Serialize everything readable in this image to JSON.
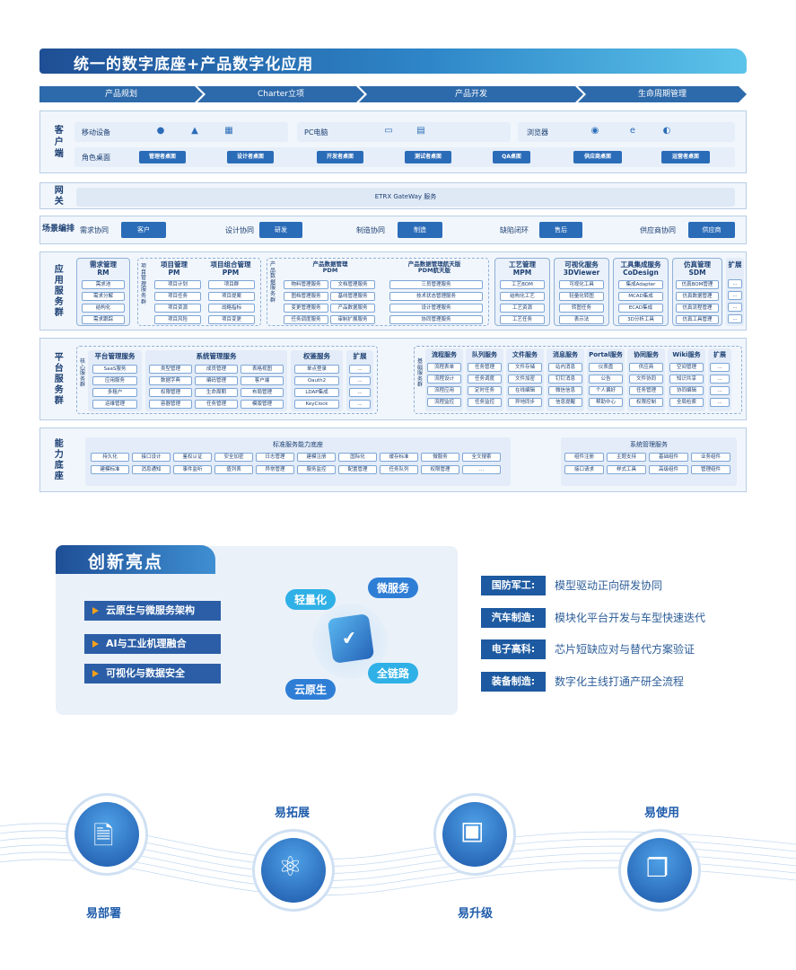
{
  "title": "统一的数字底座+产品数字化应用",
  "phases": [
    "产品规划",
    "Charter立项",
    "产品开发",
    "生命周期管理"
  ],
  "client": {
    "label": "客户端",
    "mobile": "移动设备",
    "pc": "PC电脑",
    "browser": "浏览器",
    "role_label": "角色桌面",
    "roles": [
      "管理者桌面",
      "设计者桌面",
      "开发者桌面",
      "测试者桌面",
      "QA桌面",
      "供应商桌面",
      "运营者桌面"
    ]
  },
  "gateway": {
    "label": "网关",
    "text": "ETRX GateWay 服务"
  },
  "scene": {
    "label": "场景编排",
    "items": [
      {
        "name": "需求协同",
        "btn": "客户"
      },
      {
        "name": "设计协同",
        "btn": "研发"
      },
      {
        "name": "制造协同",
        "btn": "制造"
      },
      {
        "name": "缺陷闭环",
        "btn": "售后"
      },
      {
        "name": "供应商协同",
        "btn": "供应商"
      }
    ]
  },
  "app": {
    "label": "应用服务群",
    "rm": {
      "title": "需求管理",
      "sub": "RM",
      "cells": [
        "需求池",
        "需求分解",
        "结构化",
        "需求跟踪"
      ]
    },
    "side1": "项目管理服务群",
    "pm": {
      "title": "项目管理",
      "sub": "PM",
      "cells": [
        "项目计划",
        "项目任务",
        "项目资源",
        "项目风险"
      ]
    },
    "ppm": {
      "title": "项目组合管理",
      "sub": "PPM",
      "cells": [
        "项目群",
        "项目提案",
        "战略指标",
        "项目变更"
      ]
    },
    "side2": "产品数据服务群",
    "pdm": {
      "title": "产品数据管理",
      "sub": "PDM",
      "cells": [
        "物料管理服务",
        "文档管理服务",
        "图档管理服务",
        "基线管理服务",
        "变更管理服务",
        "产品数据服务",
        "任务调度服务",
        "审制扩展服务"
      ]
    },
    "pdmh": {
      "title": "产品数据管理航天版",
      "sub": "PDM航天版",
      "cells": [
        "三员管理服务",
        "技术状态管理服务",
        "设计管理服务",
        "协同管理服务"
      ]
    },
    "mpm": {
      "title": "工艺管理",
      "sub": "MPM",
      "cells": [
        "工艺BOM",
        "结构化工艺",
        "工艺资源",
        "工艺任务"
      ]
    },
    "viewer": {
      "title": "可视化服务",
      "sub": "3DViewer",
      "cells": [
        "可视化工具",
        "轻量化转图",
        "转图任务",
        "表示法"
      ]
    },
    "codesign": {
      "title": "工具集成服务",
      "sub": "CoDesign",
      "cells": [
        "集成Adapter",
        "MCAD集成",
        "ECAD集成",
        "3D分析工具"
      ]
    },
    "sdm": {
      "title": "仿真管理",
      "sub": "SDM",
      "cells": [
        "仿真BOM管理",
        "仿真数据管理",
        "仿真流程管理",
        "仿真工具管理"
      ]
    },
    "ext": {
      "title": "扩展",
      "cells": [
        "...",
        "...",
        "...",
        "..."
      ]
    }
  },
  "platform": {
    "label": "平台服务群",
    "side_core": "核心服务群",
    "side_base": "基础服务群",
    "pms": {
      "title": "平台管理服务",
      "cells": [
        "SaaS服务",
        "应用服务",
        "多租户",
        "运维管理"
      ]
    },
    "sys": {
      "title": "系统管理服务",
      "cells": [
        "类型管理",
        "成员管理",
        "表格视图",
        "数据字典",
        "编码管理",
        "客户端",
        "权限管理",
        "生命周期",
        "布局管理",
        "容器管理",
        "任务管理",
        "模版管理"
      ]
    },
    "auth": {
      "title": "权鉴服务",
      "cells": [
        "单点登录",
        "Oauth2",
        "LDAP集成",
        "KeyClock"
      ]
    },
    "ext1": {
      "title": "扩展",
      "cells": [
        "...",
        "...",
        "...",
        "..."
      ]
    },
    "flow": {
      "title": "流程服务",
      "cells": [
        "流程表单",
        "流程设计",
        "流程应用",
        "流程监控"
      ]
    },
    "queue": {
      "title": "队列服务",
      "cells": [
        "任务管理",
        "任务调度",
        "定时任务",
        "任务监控"
      ]
    },
    "file": {
      "title": "文件服务",
      "cells": [
        "文件存储",
        "文件加密",
        "在线编辑",
        "异地同步"
      ]
    },
    "msg": {
      "title": "消息服务",
      "cells": [
        "站内消息",
        "钉钉消息",
        "微信信息",
        "信息提醒"
      ]
    },
    "portal": {
      "title": "Portal服务",
      "cells": [
        "仪表盘",
        "公告",
        "个人偏好",
        "帮助中心"
      ]
    },
    "collab": {
      "title": "协同服务",
      "cells": [
        "供应商",
        "文件协同",
        "任务管理",
        "权限控制"
      ]
    },
    "wiki": {
      "title": "Wiki服务",
      "cells": [
        "空间管理",
        "知识共享",
        "协同编辑",
        "全局检索"
      ]
    },
    "ext2": {
      "title": "扩展",
      "cells": [
        "...",
        "...",
        "...",
        "..."
      ]
    }
  },
  "ability": {
    "label": "能力底座",
    "std": {
      "title": "标准服务能力底座",
      "row1": [
        "持久化",
        "接口设计",
        "鉴权认证",
        "安全加密",
        "日志管理",
        "建模注册",
        "国际化",
        "缓存标准",
        "微服务",
        "全文搜索"
      ],
      "row2": [
        "建模标准",
        "消息通知",
        "事件监听",
        "值列表",
        "异常管理",
        "服务监控",
        "配置管理",
        "任务队列",
        "权限管理",
        "..."
      ]
    },
    "sys": {
      "title": "系统管理服务",
      "row1": [
        "组件注册",
        "主题支持",
        "基础组件",
        "业务组件"
      ],
      "row2": [
        "接口请求",
        "样式工具",
        "高级组件",
        "管理组件"
      ]
    }
  },
  "innovation": {
    "title": "创新亮点",
    "features": [
      "云原生与微服务架构",
      "AI与工业机理融合",
      "可视化与数据安全"
    ],
    "tags": [
      "轻量化",
      "微服务",
      "全链路",
      "云原生"
    ]
  },
  "industries": [
    {
      "k": "国防军工:",
      "v": "模型驱动正向研发协同"
    },
    {
      "k": "汽车制造:",
      "v": "模块化平台开发与车型快速迭代"
    },
    {
      "k": "电子高科:",
      "v": "芯片短缺应对与替代方案验证"
    },
    {
      "k": "装备制造:",
      "v": "数字化主线打通产研全流程"
    }
  ],
  "benefits": [
    "易部署",
    "易拓展",
    "易升级",
    "易使用"
  ],
  "colors": {
    "primary": "#2b6cb8",
    "dark": "#1d3d6b",
    "accent": "#f4a01a"
  }
}
